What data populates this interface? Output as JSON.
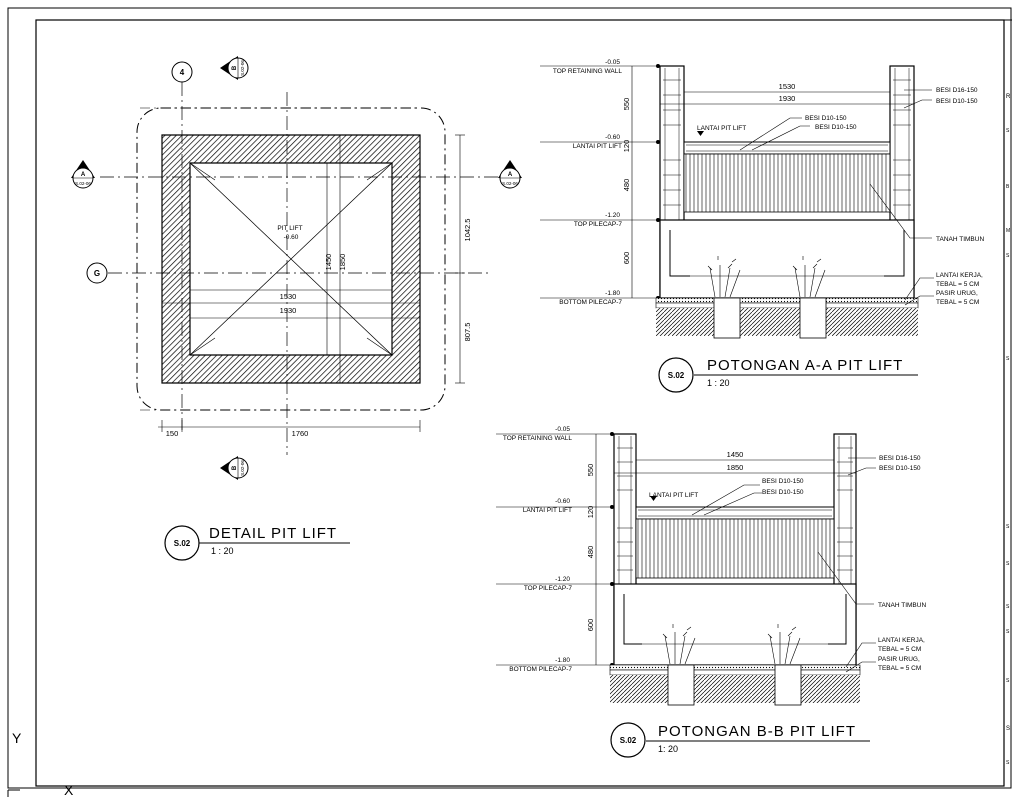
{
  "detail": {
    "title": "DETAIL PIT LIFT",
    "scale": "1 : 20",
    "tag": "S.02",
    "pit_label": "PIT LIFT",
    "pit_level": "-0.60",
    "dim_inner_w": "1530",
    "dim_outer_w": "1930",
    "dim_v1": "1450",
    "dim_v2": "1850",
    "dim_right_top": "1042.5",
    "dim_right_bot": "807.5",
    "dim_bot_left": "150",
    "dim_bot_main": "1760",
    "grid_4": "4",
    "grid_G": "G",
    "sec_A_letter": "A",
    "sec_A_ref": "S.02-06",
    "sec_B_letter": "B",
    "sec_B_ref": "S.02-06"
  },
  "section_a": {
    "title": "POTONGAN A-A PIT LIFT",
    "scale": "1 : 20",
    "tag": "S.02",
    "elev_top_val": "-0.05",
    "elev_top_lbl": "TOP RETAINING WALL",
    "elev_floor_val": "-0.60",
    "elev_floor_lbl": "LANTAI PIT LIFT",
    "elev_cap_val": "-1.20",
    "elev_cap_lbl": "TOP PILECAP-7",
    "elev_bot_val": "-1.80",
    "elev_bot_lbl": "BOTTOM PILECAP-7",
    "d550": "550",
    "d120": "120",
    "d480": "480",
    "d600": "600",
    "dim_inner": "1530",
    "dim_outer": "1930",
    "lantai_lbl": "LANTAI PIT LIFT",
    "rebar1": "BESI D10-150",
    "rebar2": "BESI D10-150",
    "wall_rebar1": "BESI D16-150",
    "wall_rebar2": "BESI D10-150",
    "fill": "TANAH TIMBUN",
    "lk1": "LANTAI KERJA,",
    "lk2": "TEBAL = 5 CM",
    "pu1": "PASIR URUG,",
    "pu2": "TEBAL = 5 CM"
  },
  "section_b": {
    "title": "POTONGAN B-B PIT LIFT",
    "scale": "1: 20",
    "tag": "S.02",
    "elev_top_val": "-0.05",
    "elev_top_lbl": "TOP RETAINING WALL",
    "elev_floor_val": "-0.60",
    "elev_floor_lbl": "LANTAI PIT LIFT",
    "elev_cap_val": "-1.20",
    "elev_cap_lbl": "TOP PILECAP-7",
    "elev_bot_val": "-1.80",
    "elev_bot_lbl": "BOTTOM PILECAP-7",
    "d550": "550",
    "d120": "120",
    "d480": "480",
    "d600": "600",
    "dim_inner": "1450",
    "dim_outer": "1850",
    "lantai_lbl": "LANTAI PIT LIFT",
    "rebar1": "BESI D10-150",
    "rebar2": "BESI D10-150",
    "wall_rebar1": "BESI D16-150",
    "wall_rebar2": "BESI D10-150",
    "fill": "TANAH TIMBUN",
    "lk1": "LANTAI KERJA,",
    "lk2": "TEBAL = 5 CM",
    "pu1": "PASIR URUG,",
    "pu2": "TEBAL = 5 CM"
  },
  "ucs": {
    "y": "Y",
    "x": "X"
  },
  "title_block": {
    "snippets": [
      "R",
      "S",
      "B",
      "M",
      "S",
      "S",
      "S",
      "S",
      "S",
      "S",
      "S",
      "S",
      "S"
    ]
  }
}
